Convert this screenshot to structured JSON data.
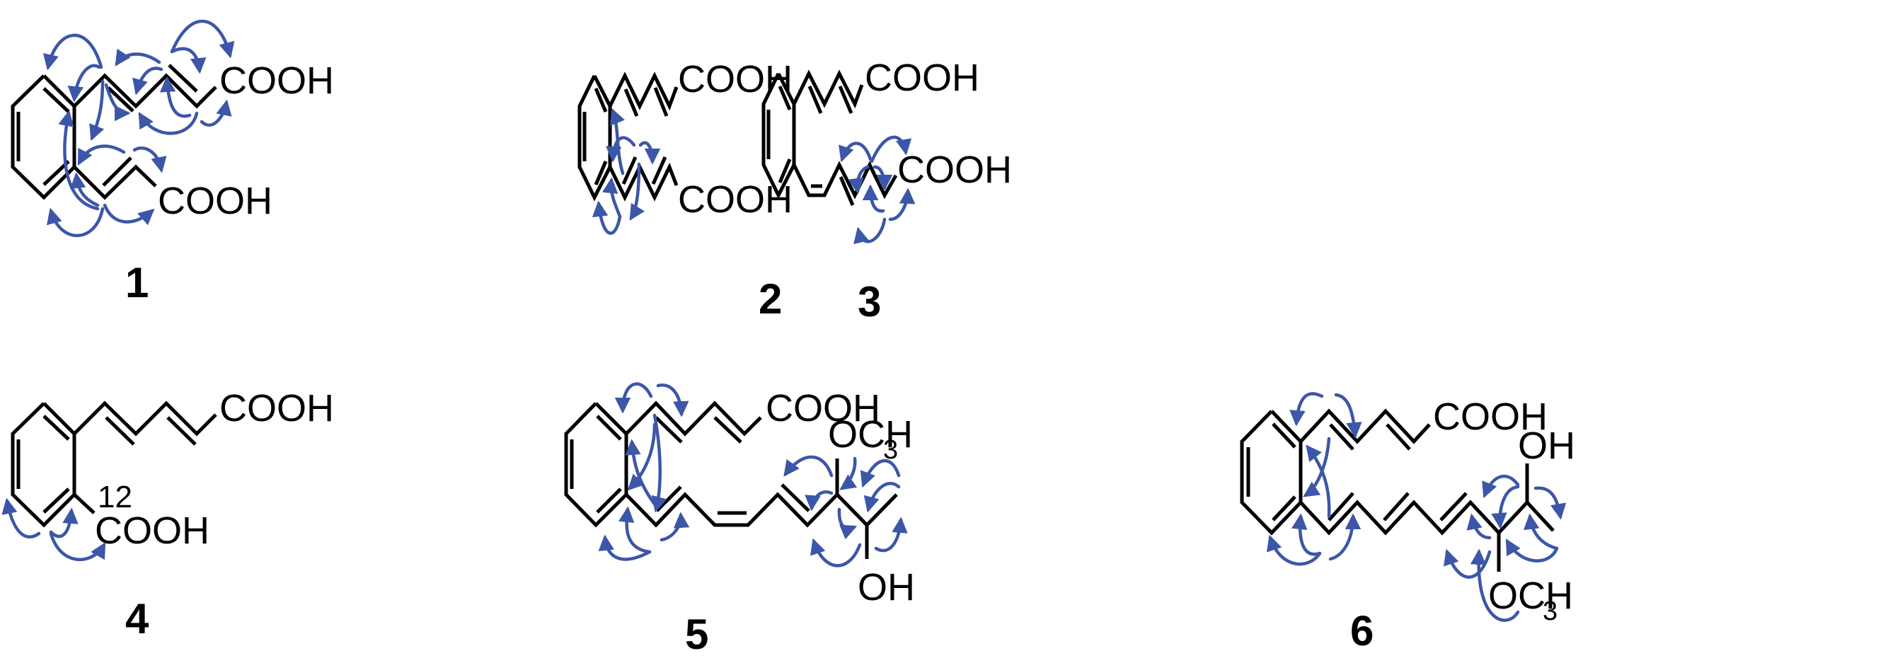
{
  "figure": {
    "type": "chemical structures with HMBC/COSY correlation arrows",
    "arrow_color": "#3c56a8",
    "bond_color": "#000000"
  },
  "compounds": [
    {
      "label": "1",
      "groups": [
        "COOH",
        "COOH"
      ],
      "double_bonds": [
        "E",
        "E",
        "E"
      ]
    },
    {
      "label": "2",
      "groups": [
        "COOH",
        "COOH"
      ],
      "double_bonds": [
        "E",
        "E",
        "E",
        "E"
      ]
    },
    {
      "label": "3",
      "groups": [
        "COOH",
        "COOH"
      ],
      "double_bonds": [
        "E",
        "E",
        "Z",
        "E"
      ]
    },
    {
      "label": "4",
      "groups": [
        "COOH",
        "COOH"
      ],
      "atom_number": "12",
      "double_bonds": [
        "E",
        "E"
      ]
    },
    {
      "label": "5",
      "groups": [
        "COOH",
        "OCH3",
        "OH"
      ],
      "double_bonds": [
        "E",
        "E",
        "E",
        "Z",
        "E"
      ]
    },
    {
      "label": "6",
      "groups": [
        "COOH",
        "OH",
        "OCH3"
      ],
      "double_bonds": [
        "E",
        "E",
        "E",
        "E",
        "E"
      ]
    }
  ],
  "text": {
    "cooh": "COOH",
    "och": "OCH",
    "sub3": "3",
    "oh": "OH",
    "c12": "12"
  }
}
